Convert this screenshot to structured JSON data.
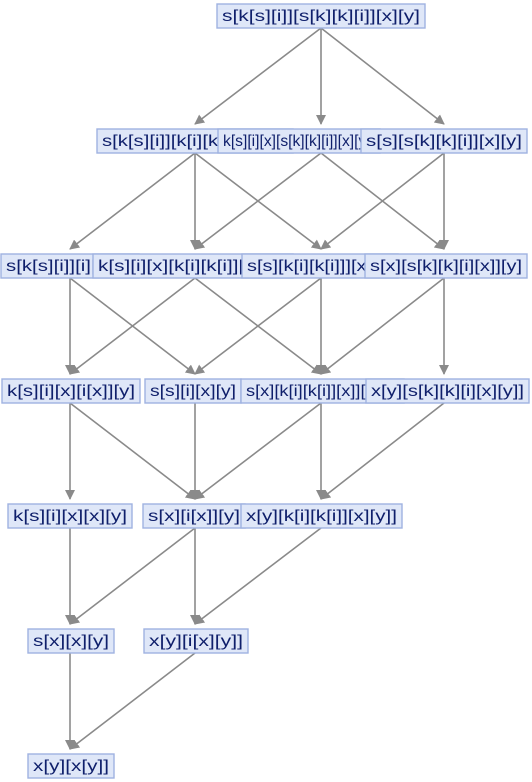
{
  "graph": {
    "nodes": [
      {
        "id": "n0",
        "label": "s[k[s][i]][s[k][k][i]][x][y]"
      },
      {
        "id": "n1",
        "label": "s[k[s][i]][k[i][k[i]]][x][y]"
      },
      {
        "id": "n2",
        "label": "k[s][i][x][s[k][k][i]][x][y]]"
      },
      {
        "id": "n3",
        "label": "s[s][s[k][k][i]][x][y]"
      },
      {
        "id": "n4",
        "label": "s[k[s][i]][i][x][y]"
      },
      {
        "id": "n5",
        "label": "k[s][i][x][k[i][k[i]][x][y]]"
      },
      {
        "id": "n6",
        "label": "s[s][k[i][k[i]]][x][y]"
      },
      {
        "id": "n7",
        "label": "s[x][s[k][k][i][x]][y]"
      },
      {
        "id": "n8",
        "label": "k[s][i][x][i[x]][y]"
      },
      {
        "id": "n9",
        "label": "s[s][i][x][y]"
      },
      {
        "id": "n10",
        "label": "s[x][k[i][k[i]][x]][x[y]]"
      },
      {
        "id": "n11",
        "label": "x[y][s[k][k][i][x][y]]"
      },
      {
        "id": "n12",
        "label": "k[s][i][x][x][y]"
      },
      {
        "id": "n13",
        "label": "s[x][i[x]][y]"
      },
      {
        "id": "n14",
        "label": "x[y][k[i][k[i]][x][y]]"
      },
      {
        "id": "n15",
        "label": "s[x][x][y]"
      },
      {
        "id": "n16",
        "label": "x[y][i[x][y]]"
      },
      {
        "id": "n17",
        "label": "x[y][x[y]]"
      }
    ],
    "edges": [
      {
        "from": "n0",
        "to": "n1"
      },
      {
        "from": "n0",
        "to": "n2"
      },
      {
        "from": "n0",
        "to": "n3"
      },
      {
        "from": "n1",
        "to": "n4"
      },
      {
        "from": "n1",
        "to": "n5"
      },
      {
        "from": "n1",
        "to": "n6"
      },
      {
        "from": "n2",
        "to": "n5"
      },
      {
        "from": "n2",
        "to": "n7"
      },
      {
        "from": "n3",
        "to": "n6"
      },
      {
        "from": "n3",
        "to": "n7"
      },
      {
        "from": "n4",
        "to": "n8"
      },
      {
        "from": "n4",
        "to": "n9"
      },
      {
        "from": "n5",
        "to": "n8"
      },
      {
        "from": "n5",
        "to": "n10"
      },
      {
        "from": "n6",
        "to": "n9"
      },
      {
        "from": "n6",
        "to": "n10"
      },
      {
        "from": "n7",
        "to": "n10"
      },
      {
        "from": "n7",
        "to": "n11"
      },
      {
        "from": "n8",
        "to": "n12"
      },
      {
        "from": "n8",
        "to": "n13"
      },
      {
        "from": "n9",
        "to": "n13"
      },
      {
        "from": "n10",
        "to": "n13"
      },
      {
        "from": "n10",
        "to": "n14"
      },
      {
        "from": "n11",
        "to": "n14"
      },
      {
        "from": "n12",
        "to": "n15"
      },
      {
        "from": "n13",
        "to": "n15"
      },
      {
        "from": "n13",
        "to": "n16"
      },
      {
        "from": "n14",
        "to": "n16"
      },
      {
        "from": "n15",
        "to": "n17"
      },
      {
        "from": "n16",
        "to": "n17"
      }
    ]
  }
}
